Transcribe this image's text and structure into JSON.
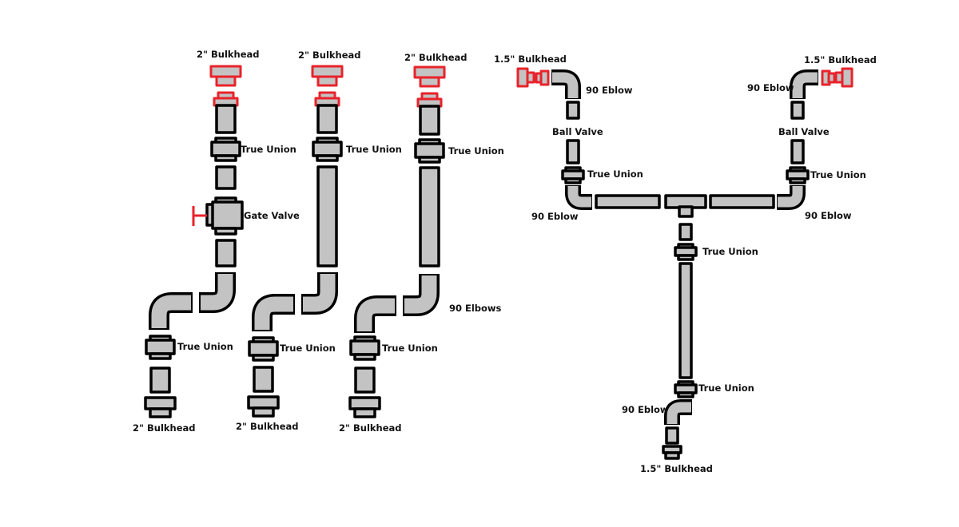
{
  "labels": {
    "bulkhead_2": "2\" Bulkhead",
    "bulkhead_15": "1.5\" Bulkhead",
    "true_union": "True Union",
    "gate_valve": "Gate Valve",
    "elbows_90": "90 Elbows",
    "eblow_90": "90 Eblow",
    "ball_valve": "Ball Valve"
  },
  "colors": {
    "pipe_fill": "#c3c3c3",
    "outline": "#000000",
    "bulkhead_outline": "#e8232b",
    "valve_handle": "#e8232b"
  },
  "icons": {
    "gate_valve_handle": "valve-handle-icon"
  }
}
